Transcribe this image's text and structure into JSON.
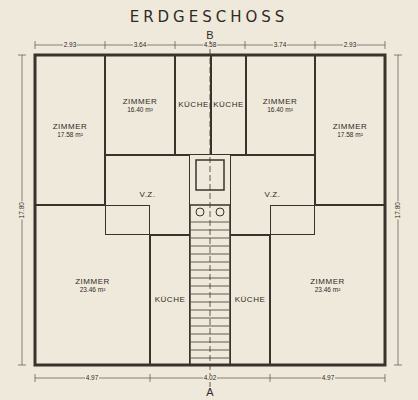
{
  "diagram": {
    "title": "ERDGESCHOSS",
    "nodes": [
      {
        "text": [
          "ZIMMER",
          "17.58 m²"
        ]
      },
      {
        "text": [
          "ZIMMER",
          "16.40 m²"
        ]
      },
      {
        "text": [
          "KÜCHE"
        ]
      },
      {
        "text": [
          "KÜCHE"
        ]
      },
      {
        "text": [
          "ZIMMER",
          "16.40 m²"
        ]
      },
      {
        "text": [
          "ZIMMER",
          "17.58 m²"
        ]
      },
      {
        "text": [
          "V.Z."
        ]
      },
      {
        "text": [
          "V.Z."
        ]
      },
      {
        "text": [
          "ZIMMER",
          "23.46 m²"
        ]
      },
      {
        "text": [
          "KÜCHE"
        ]
      },
      {
        "text": [
          "KÜCHE"
        ]
      },
      {
        "text": [
          "ZIMMER",
          "23.46 m²"
        ]
      }
    ],
    "labels": [
      "B",
      "A",
      "2.93",
      "3.64",
      "4.58",
      "3.74",
      "2.93",
      "4.97",
      "4.02",
      "4.97",
      "17.80",
      "17.80"
    ]
  }
}
